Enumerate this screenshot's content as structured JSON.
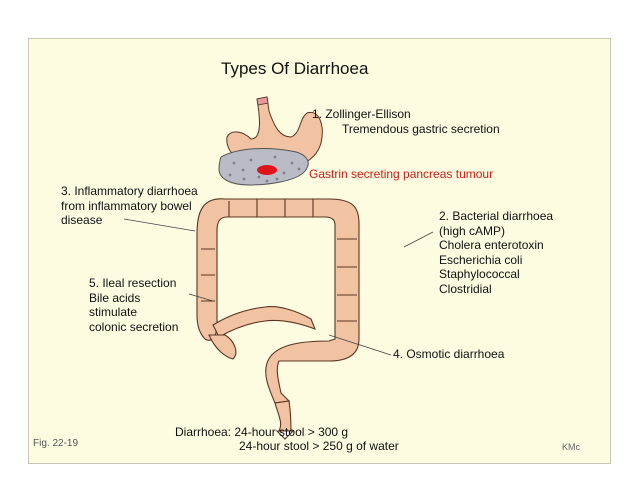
{
  "title": "Types Of Diarrhoea",
  "labels": {
    "zollinger": {
      "heading": "1. Zollinger-Ellison",
      "detail": "Tremendous gastric secretion"
    },
    "gastrin": "Gastrin secreting pancreas tumour",
    "inflammatory": [
      "3. Inflammatory diarrhoea",
      "from inflammatory bowel",
      "disease"
    ],
    "bacterial": [
      "2. Bacterial diarrhoea",
      "(high cAMP)",
      "Cholera enterotoxin",
      "Escherichia coli",
      "Staphylococcal",
      "Clostridial"
    ],
    "ileal": [
      "5. Ileal resection",
      "Bile acids",
      "stimulate",
      "colonic secretion"
    ],
    "osmotic": "4. Osmotic diarrhoea"
  },
  "footer": {
    "line1": "Diarrhoea: 24-hour stool > 300 g",
    "line2": "24-hour stool > 250 g of water"
  },
  "figure_label": "Fig. 22-19",
  "credit": "KMc",
  "colors": {
    "background": "#fdfbe0",
    "organ_fill": "#f2c3a2",
    "organ_stroke": "#5a3422",
    "tumour": "#e0131b",
    "gastrin_text": "#c8201c"
  }
}
